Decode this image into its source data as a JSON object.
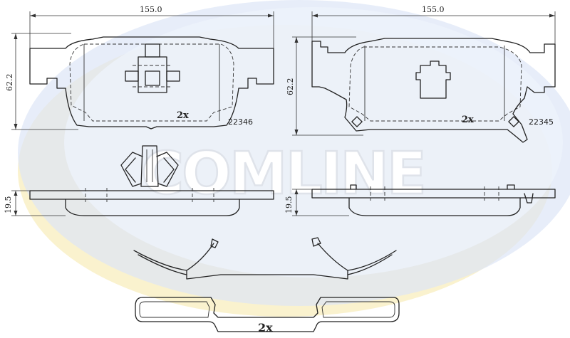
{
  "watermark": {
    "text": "COMLINE",
    "yellow": "#f6e7a6",
    "blue": "#dde6f6"
  },
  "left_pad": {
    "width_label": "155.0",
    "height_label": "62.2",
    "qty_label": "2x",
    "part_code": "22346",
    "thickness_label": "19.5"
  },
  "right_pad": {
    "width_label": "155.0",
    "height_label": "62.2",
    "qty_label": "2x",
    "part_code": "22345",
    "thickness_label": "19.5"
  },
  "accessories": {
    "qty_label": "2x"
  }
}
